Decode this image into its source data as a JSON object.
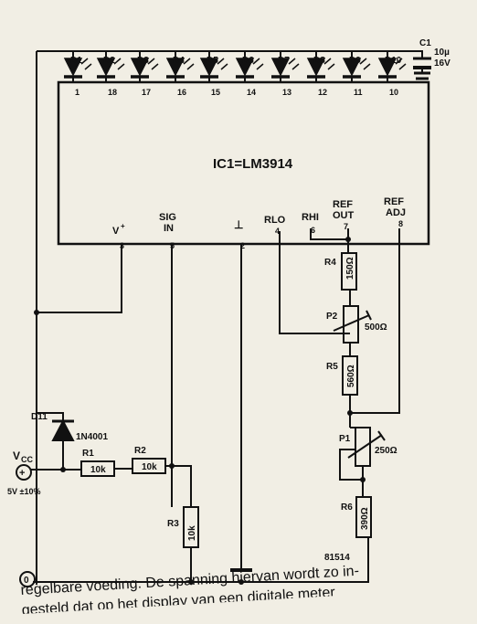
{
  "ic": {
    "name": "IC1=LM3914"
  },
  "leds": [
    {
      "ref": "D1",
      "pin": "1"
    },
    {
      "ref": "D2",
      "pin": "18"
    },
    {
      "ref": "D3",
      "pin": "17"
    },
    {
      "ref": "D4",
      "pin": "16"
    },
    {
      "ref": "D5",
      "pin": "15"
    },
    {
      "ref": "D6",
      "pin": "14"
    },
    {
      "ref": "D7",
      "pin": "13"
    },
    {
      "ref": "D8",
      "pin": "12"
    },
    {
      "ref": "D9",
      "pin": "11"
    },
    {
      "ref": "D10",
      "pin": "10"
    }
  ],
  "pins": {
    "vplus": {
      "label": "V",
      "sup": "+",
      "num": "3"
    },
    "sigin": {
      "label1": "SIG",
      "label2": "IN",
      "num": "5"
    },
    "gnd": {
      "label": "⊥",
      "num": "2"
    },
    "rlo": {
      "label": "RLO",
      "num": "4"
    },
    "rhi": {
      "label": "RHI",
      "num": "6"
    },
    "refout": {
      "label1": "REF",
      "label2": "OUT",
      "num": "7"
    },
    "refadj": {
      "label1": "REF",
      "label2": "ADJ",
      "num": "8"
    }
  },
  "c1": {
    "ref": "C1",
    "value": "10µ",
    "voltage": "16V"
  },
  "r1": {
    "ref": "R1",
    "value": "10k"
  },
  "r2": {
    "ref": "R2",
    "value": "10k"
  },
  "r3": {
    "ref": "R3",
    "value": "10k"
  },
  "r4": {
    "ref": "R4",
    "value": "150Ω"
  },
  "r5": {
    "ref": "R5",
    "value": "560Ω"
  },
  "r6": {
    "ref": "R6",
    "value": "390Ω"
  },
  "p1": {
    "ref": "P1",
    "value": "250Ω"
  },
  "p2": {
    "ref": "P2",
    "value": "500Ω"
  },
  "d11": {
    "ref": "D11",
    "part": "1N4001"
  },
  "vcc": {
    "label": "V",
    "sub": "CC",
    "spec": "5V ±10%"
  },
  "ground": {
    "symbol": "0"
  },
  "figure_code": "81514",
  "caption": {
    "line1": "regelbare voeding. De spanning hiervan wordt zo in-",
    "line2": "gesteld dat op het display van een digitale meter"
  }
}
